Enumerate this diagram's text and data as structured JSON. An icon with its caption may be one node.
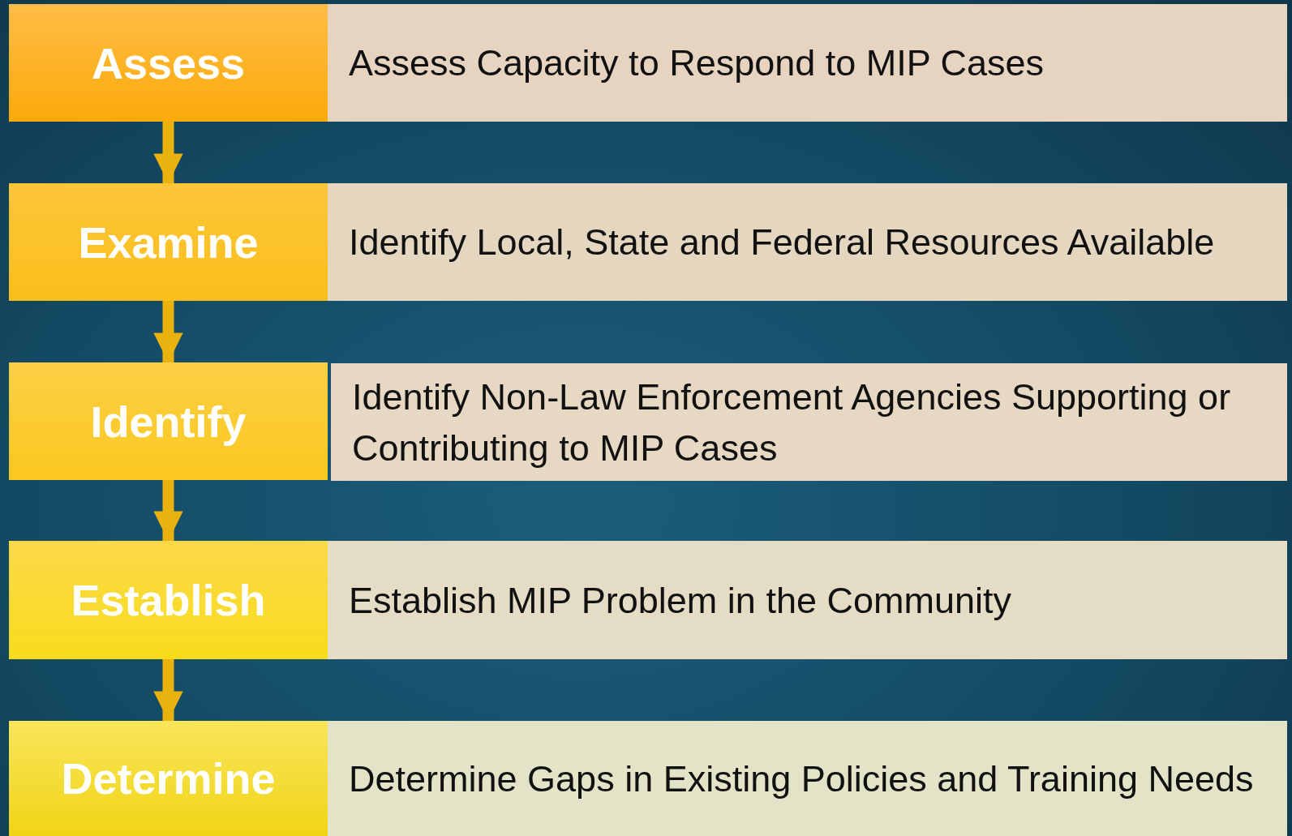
{
  "diagram": {
    "nodes": [
      {
        "text": [
          "Assess"
        ]
      },
      {
        "text": [
          "Assess Capacity to Respond to MIP Cases"
        ]
      },
      {
        "text": [
          "Examine"
        ]
      },
      {
        "text": [
          "Identify Local, State and Federal Resources Available"
        ]
      },
      {
        "text": [
          "Identify"
        ]
      },
      {
        "text": [
          "Identify Non-Law Enforcement Agencies Supporting or Contributing to MIP Cases"
        ]
      },
      {
        "text": [
          "Establish"
        ]
      },
      {
        "text": [
          "Establish MIP Problem in the Community"
        ]
      },
      {
        "text": [
          "Determine"
        ]
      },
      {
        "text": [
          "Determine Gaps in Existing Policies and Training Needs"
        ]
      }
    ],
    "edges": [
      {
        "from": 0,
        "to": 2,
        "arrow": "to"
      },
      {
        "from": 2,
        "to": 4,
        "arrow": "to"
      },
      {
        "from": 4,
        "to": 6,
        "arrow": "to"
      },
      {
        "from": 6,
        "to": 8,
        "arrow": "to"
      }
    ]
  }
}
